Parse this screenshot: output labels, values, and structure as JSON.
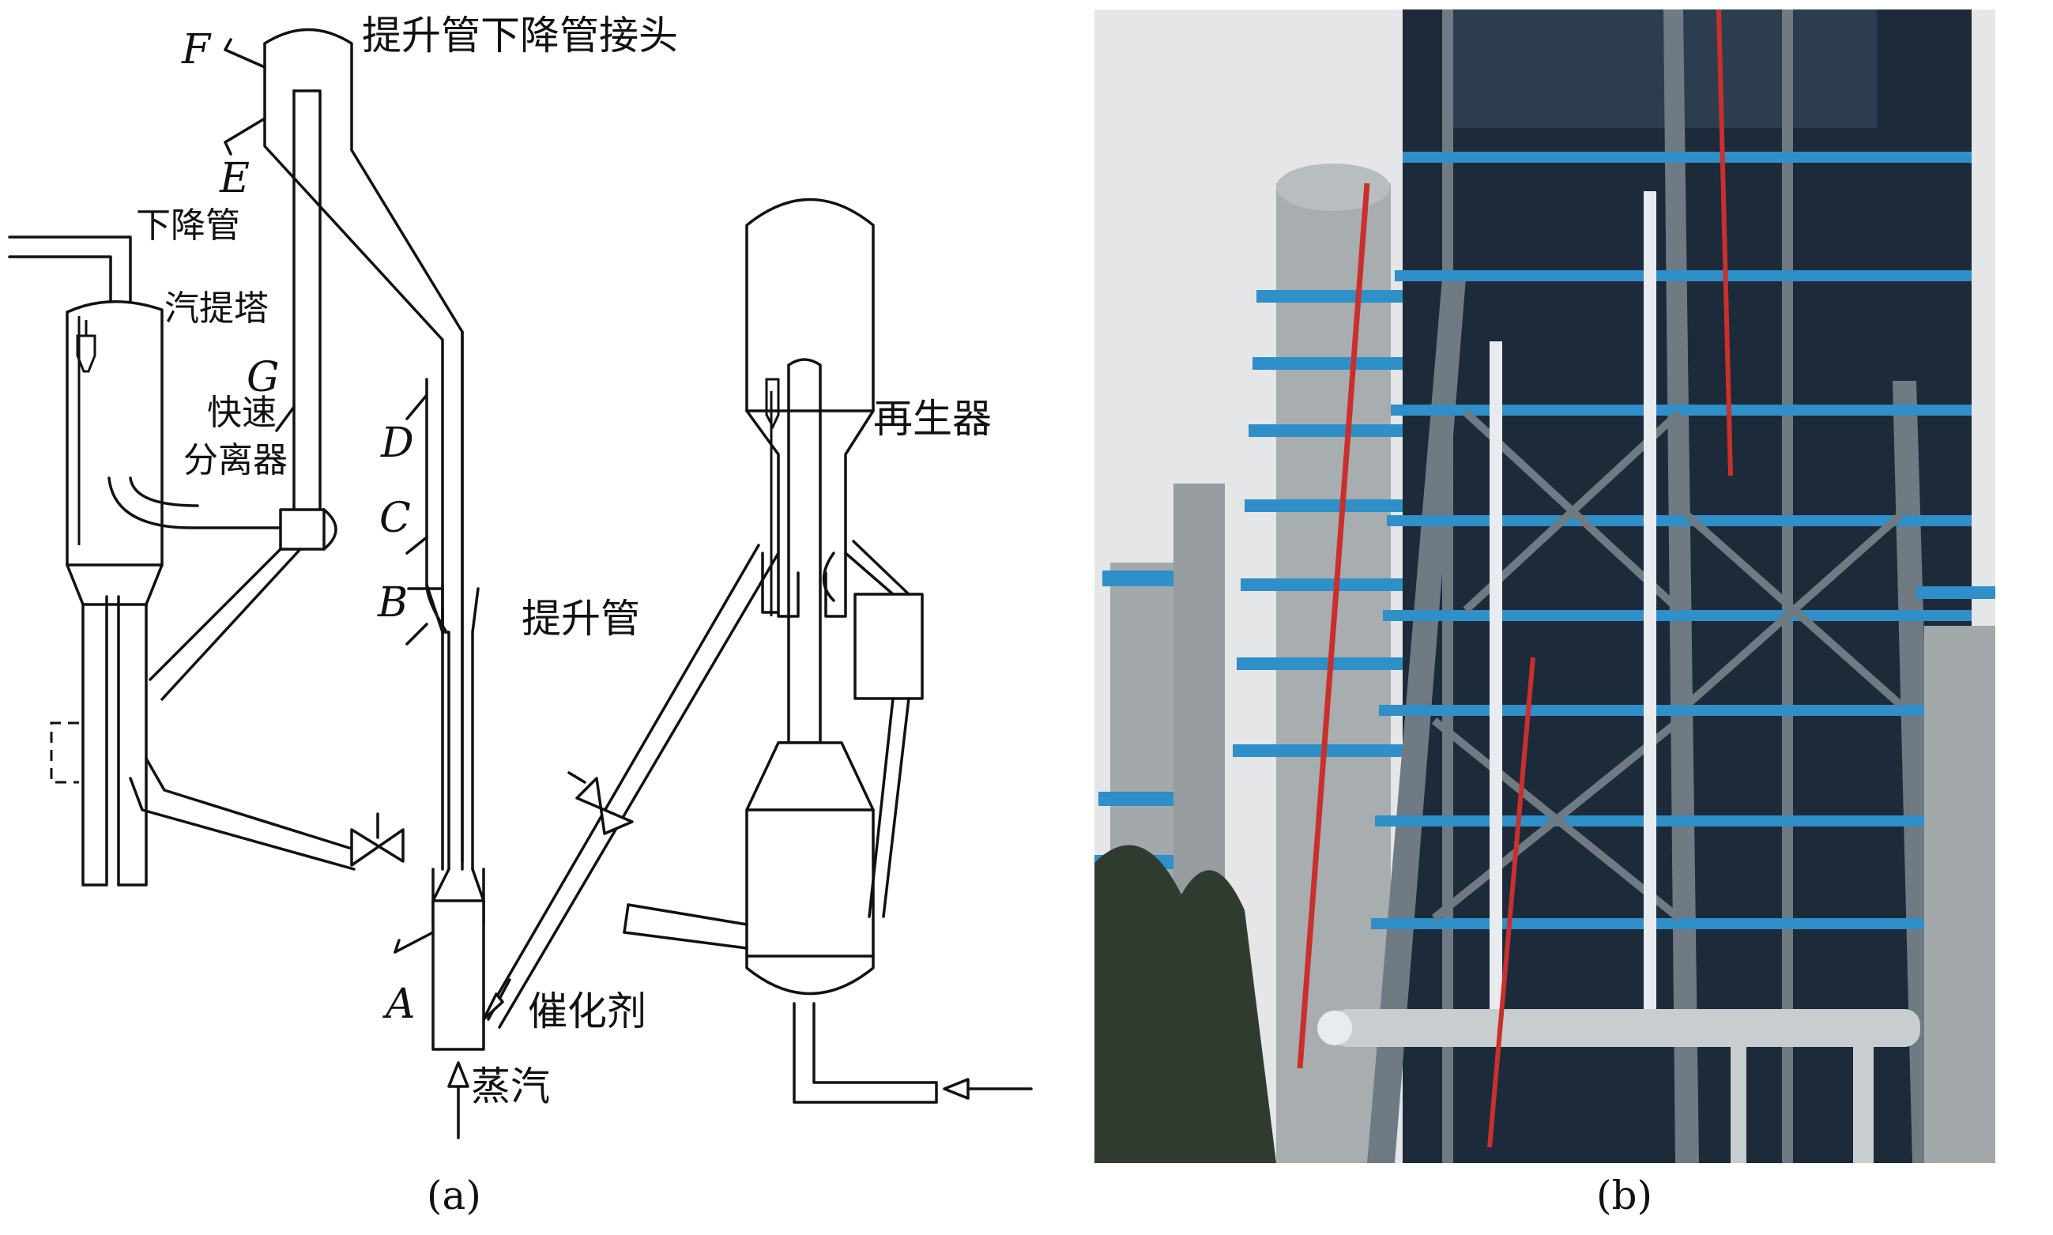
{
  "diagram_a": {
    "labels": {
      "joint": "提升管下降管接头",
      "downcomer": "下降管",
      "stripper": "汽提塔",
      "fast_separator_1": "快速",
      "fast_separator_2": "分离器",
      "regenerator": "再生器",
      "riser": "提升管",
      "catalyst": "催化剂",
      "steam": "蒸汽"
    },
    "points": [
      "A",
      "B",
      "C",
      "D",
      "E",
      "F",
      "G"
    ],
    "caption": "(a)"
  },
  "photo_b": {
    "caption": "(b)",
    "colors": {
      "sky": "#e4e6e8",
      "steel_frame": "#6f7a82",
      "blue_structure": "#2f8fc8",
      "red_pipe": "#c9302c",
      "vessel_grey": "#a3a8ab",
      "foliage": "#2f3b2e"
    }
  }
}
